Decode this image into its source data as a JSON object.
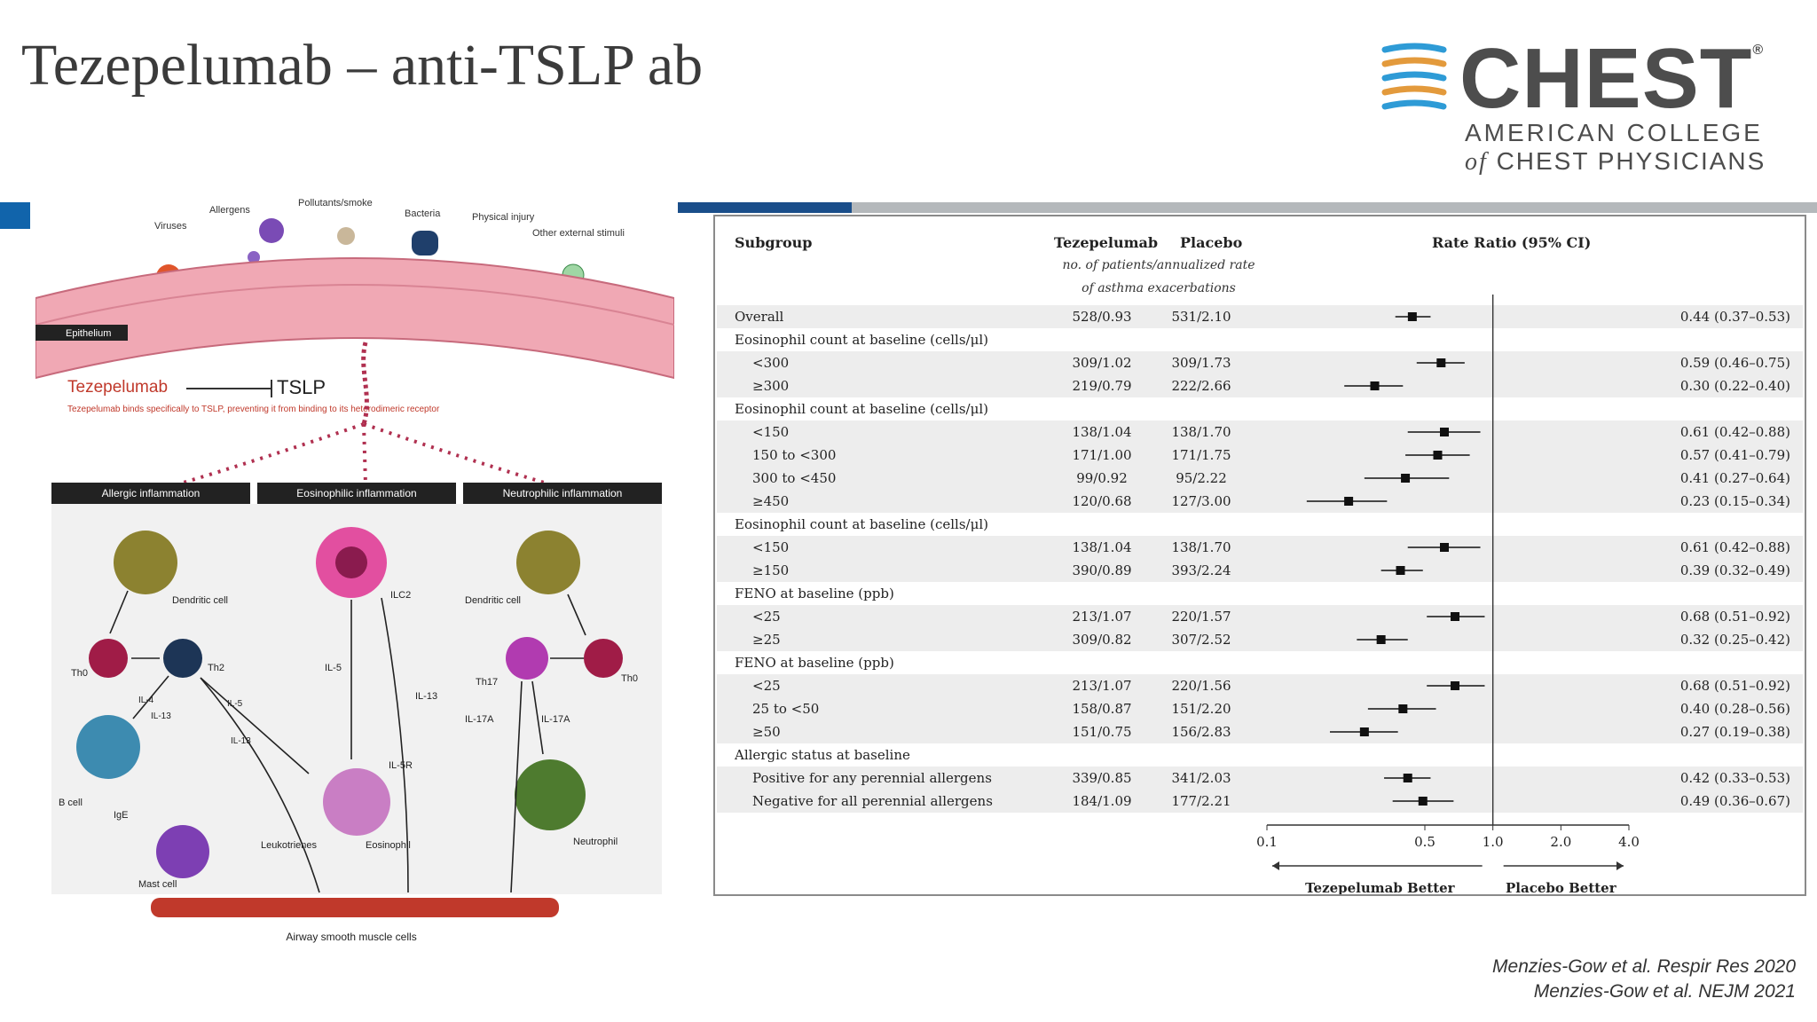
{
  "slide": {
    "title": "Tezepelumab – anti-TSLP ab",
    "citation1": "Menzies-Gow et al. Respir Res 2020",
    "citation2": "Menzies-Gow et al. NEJM 2021"
  },
  "logo": {
    "name": "CHEST",
    "reg": "®",
    "line1": "AMERICAN COLLEGE",
    "line2_prefix": "of",
    "line2": "CHEST PHYSICIANS",
    "colors": {
      "blue": "#2e9bd6",
      "orange": "#e39a3c",
      "text": "#4d4d4d"
    }
  },
  "diagram": {
    "triggers": [
      "Viruses",
      "Allergens",
      "Pollutants/smoke",
      "Bacteria",
      "Physical injury",
      "Other external stimuli"
    ],
    "epithelium": "Epithelium",
    "drug": "Tezepelumab",
    "target": "TSLP",
    "drug_desc": "Tezepelumab binds specifically to TSLP, preventing it from binding to its heterodimeric receptor",
    "panels": [
      "Allergic inflammation",
      "Eosinophilic inflammation",
      "Neutrophilic inflammation"
    ],
    "cells": {
      "dendritic1": "Dendritic cell",
      "th0a": "Th0",
      "th2": "Th2",
      "il4": "IL-4",
      "il13a": "IL-13",
      "bcell": "B cell",
      "ige": "IgE",
      "leuko": "Leukotrienes",
      "mast": "Mast cell",
      "il5a": "IL-5",
      "il13b": "IL-13",
      "ilc2": "ILC2",
      "il5b": "IL-5",
      "il13c": "IL-13",
      "il5r": "IL-5R",
      "eos": "Eosinophil",
      "dendritic2": "Dendritic cell",
      "th17": "Th17",
      "th0b": "Th0",
      "il17a1": "IL-17A",
      "il17a2": "IL-17A",
      "neut": "Neutrophil"
    },
    "muscle": "Airway smooth muscle cells"
  },
  "forest": {
    "headers": {
      "subgroup": "Subgroup",
      "tez": "Tezepelumab",
      "plac": "Placebo",
      "rr": "Rate Ratio (95% CI)",
      "sub1": "no. of patients/annualized rate",
      "sub2": "of asthma exacerbations"
    },
    "axis": {
      "ticks": [
        "0.1",
        "0.5",
        "1.0",
        "2.0",
        "4.0"
      ],
      "left_label": "Tezepelumab Better",
      "right_label": "Placebo Better"
    }
  },
  "chart_data": {
    "type": "scatter",
    "xscale": "log",
    "xlim": [
      0.1,
      4.0
    ],
    "reference_line": 1.0,
    "rows": [
      {
        "label": "Overall",
        "indent": false,
        "tez": "528/0.93",
        "plac": "531/2.10",
        "rr": 0.44,
        "lo": 0.37,
        "hi": 0.53,
        "ci_text": "0.44 (0.37–0.53)"
      },
      {
        "label": "Eosinophil count at baseline (cells/μl)",
        "indent": false,
        "header": true
      },
      {
        "label": "<300",
        "indent": true,
        "tez": "309/1.02",
        "plac": "309/1.73",
        "rr": 0.59,
        "lo": 0.46,
        "hi": 0.75,
        "ci_text": "0.59 (0.46–0.75)"
      },
      {
        "label": "≥300",
        "indent": true,
        "tez": "219/0.79",
        "plac": "222/2.66",
        "rr": 0.3,
        "lo": 0.22,
        "hi": 0.4,
        "ci_text": "0.30 (0.22–0.40)"
      },
      {
        "label": "Eosinophil count at baseline (cells/μl)",
        "indent": false,
        "header": true
      },
      {
        "label": "<150",
        "indent": true,
        "tez": "138/1.04",
        "plac": "138/1.70",
        "rr": 0.61,
        "lo": 0.42,
        "hi": 0.88,
        "ci_text": "0.61 (0.42–0.88)"
      },
      {
        "label": "150 to <300",
        "indent": true,
        "tez": "171/1.00",
        "plac": "171/1.75",
        "rr": 0.57,
        "lo": 0.41,
        "hi": 0.79,
        "ci_text": "0.57 (0.41–0.79)"
      },
      {
        "label": "300 to <450",
        "indent": true,
        "tez": "99/0.92",
        "plac": "95/2.22",
        "rr": 0.41,
        "lo": 0.27,
        "hi": 0.64,
        "ci_text": "0.41 (0.27–0.64)"
      },
      {
        "label": "≥450",
        "indent": true,
        "tez": "120/0.68",
        "plac": "127/3.00",
        "rr": 0.23,
        "lo": 0.15,
        "hi": 0.34,
        "ci_text": "0.23 (0.15–0.34)"
      },
      {
        "label": "Eosinophil count at baseline (cells/μl)",
        "indent": false,
        "header": true
      },
      {
        "label": "<150",
        "indent": true,
        "tez": "138/1.04",
        "plac": "138/1.70",
        "rr": 0.61,
        "lo": 0.42,
        "hi": 0.88,
        "ci_text": "0.61 (0.42–0.88)"
      },
      {
        "label": "≥150",
        "indent": true,
        "tez": "390/0.89",
        "plac": "393/2.24",
        "rr": 0.39,
        "lo": 0.32,
        "hi": 0.49,
        "ci_text": "0.39 (0.32–0.49)"
      },
      {
        "label": "FENO at baseline (ppb)",
        "indent": false,
        "header": true
      },
      {
        "label": "<25",
        "indent": true,
        "tez": "213/1.07",
        "plac": "220/1.57",
        "rr": 0.68,
        "lo": 0.51,
        "hi": 0.92,
        "ci_text": "0.68 (0.51–0.92)"
      },
      {
        "label": "≥25",
        "indent": true,
        "tez": "309/0.82",
        "plac": "307/2.52",
        "rr": 0.32,
        "lo": 0.25,
        "hi": 0.42,
        "ci_text": "0.32 (0.25–0.42)"
      },
      {
        "label": "FENO at baseline (ppb)",
        "indent": false,
        "header": true
      },
      {
        "label": "<25",
        "indent": true,
        "tez": "213/1.07",
        "plac": "220/1.56",
        "rr": 0.68,
        "lo": 0.51,
        "hi": 0.92,
        "ci_text": "0.68 (0.51–0.92)"
      },
      {
        "label": "25 to <50",
        "indent": true,
        "tez": "158/0.87",
        "plac": "151/2.20",
        "rr": 0.4,
        "lo": 0.28,
        "hi": 0.56,
        "ci_text": "0.40 (0.28–0.56)"
      },
      {
        "label": "≥50",
        "indent": true,
        "tez": "151/0.75",
        "plac": "156/2.83",
        "rr": 0.27,
        "lo": 0.19,
        "hi": 0.38,
        "ci_text": "0.27 (0.19–0.38)"
      },
      {
        "label": "Allergic status at baseline",
        "indent": false,
        "header": true
      },
      {
        "label": "Positive for any perennial allergens",
        "indent": true,
        "tez": "339/0.85",
        "plac": "341/2.03",
        "rr": 0.42,
        "lo": 0.33,
        "hi": 0.53,
        "ci_text": "0.42 (0.33–0.53)"
      },
      {
        "label": "Negative for all perennial allergens",
        "indent": true,
        "tez": "184/1.09",
        "plac": "177/2.21",
        "rr": 0.49,
        "lo": 0.36,
        "hi": 0.67,
        "ci_text": "0.49 (0.36–0.67)"
      }
    ]
  }
}
